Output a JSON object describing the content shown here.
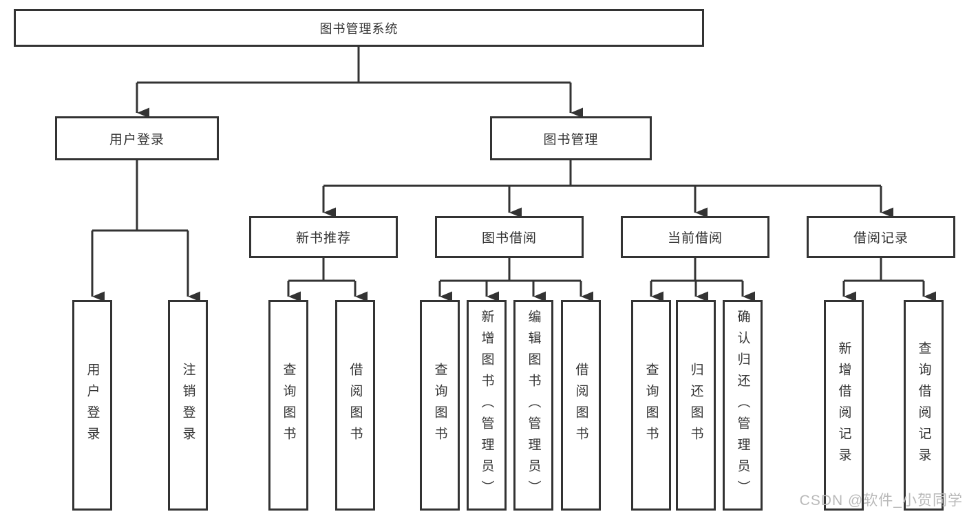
{
  "root": {
    "label": "图书管理系统"
  },
  "branches": [
    {
      "label": "用户登录"
    },
    {
      "label": "图书管理"
    }
  ],
  "modules": [
    {
      "label": "新书推荐"
    },
    {
      "label": "图书借阅"
    },
    {
      "label": "当前借阅"
    },
    {
      "label": "借阅记录"
    }
  ],
  "leaves": [
    {
      "label": "用户登录"
    },
    {
      "label": "注销登录"
    },
    {
      "label": "查询图书"
    },
    {
      "label": "借阅图书"
    },
    {
      "label": "查询图书"
    },
    {
      "label": "新增图书（管理员）"
    },
    {
      "label": "编辑图书（管理员）"
    },
    {
      "label": "借阅图书"
    },
    {
      "label": "查询图书"
    },
    {
      "label": "归还图书"
    },
    {
      "label": "确认归还（管理员）"
    },
    {
      "label": "新增借阅记录"
    },
    {
      "label": "查询借阅记录"
    }
  ],
  "watermark": {
    "text": "CSDN @软件_小贺同学"
  },
  "colors": {
    "line": "#333333",
    "border": "#333333",
    "text": "#333333",
    "watermark": "#b9b9b9",
    "background": "#ffffff"
  }
}
